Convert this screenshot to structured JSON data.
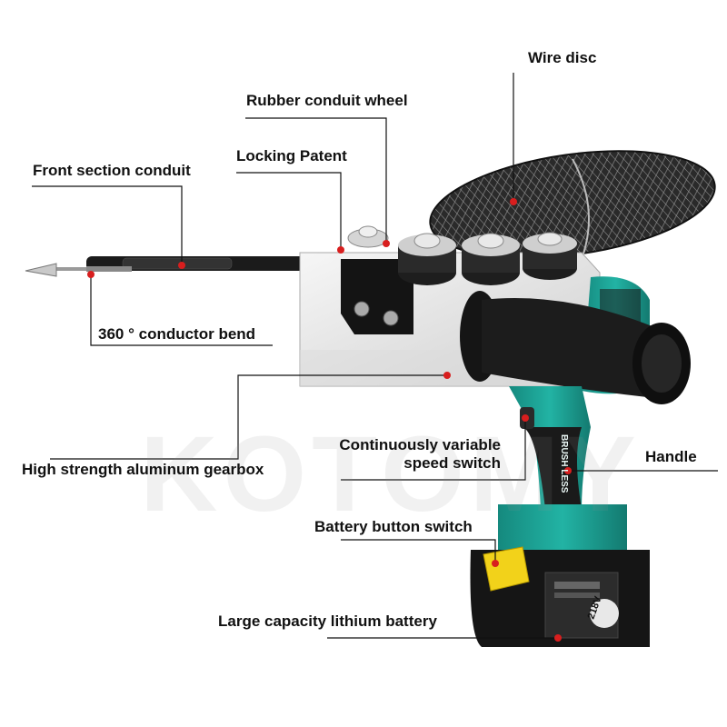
{
  "watermark": "KOTOMY",
  "labels": {
    "wire_disc": "Wire disc",
    "rubber_conduit_wheel": "Rubber conduit wheel",
    "locking_patent": "Locking Patent",
    "front_section_conduit": "Front section conduit",
    "conductor_bend": "360 ° conductor bend",
    "gearbox": "High strength aluminum gearbox",
    "speed_switch_line1": "Continuously variable",
    "speed_switch_line2": "speed switch",
    "handle": "Handle",
    "battery_button_switch": "Battery button switch",
    "lithium_battery": "Large capacity lithium battery"
  },
  "tool_text": {
    "body_vertical": "BRUSH LESS",
    "battery_voltage": "218V"
  },
  "colors": {
    "accent_teal": "#1fa89a",
    "callout_dot": "#d81e1e",
    "battery_button": "#f2d21a",
    "gearbox_aluminum": "#e6e6e6"
  }
}
